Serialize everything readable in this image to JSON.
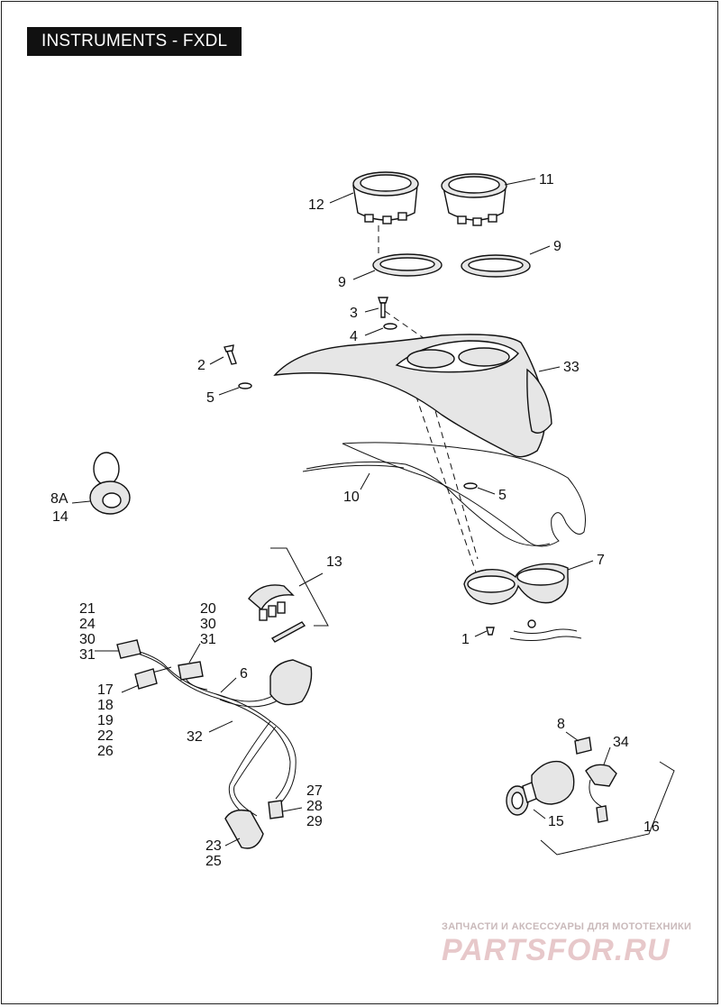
{
  "title": "INSTRUMENTS - FXDL",
  "labels": {
    "l1": "1",
    "l2": "2",
    "l3": "3",
    "l4": "4",
    "l5a": "5",
    "l5b": "5",
    "l6": "6",
    "l7": "7",
    "l8": "8",
    "l8a": "8A",
    "l9a": "9",
    "l9b": "9",
    "l10": "10",
    "l11": "11",
    "l12": "12",
    "l13": "13",
    "l14": "14",
    "l15": "15",
    "l16": "16",
    "l17": "17",
    "l18": "18",
    "l19": "19",
    "l20": "20",
    "l21": "21",
    "l22": "22",
    "l23": "23",
    "l24": "24",
    "l25": "25",
    "l26": "26",
    "l27": "27",
    "l28": "28",
    "l29": "29",
    "l30a": "30",
    "l30b": "30",
    "l31a": "31",
    "l31b": "31",
    "l32": "32",
    "l33": "33",
    "l34": "34"
  },
  "watermark": {
    "line1": "ЗАПЧАСТИ И АКСЕССУАРЫ ДЛЯ МОТОТЕХНИКИ",
    "logo": "PARTSFOR.RU"
  }
}
